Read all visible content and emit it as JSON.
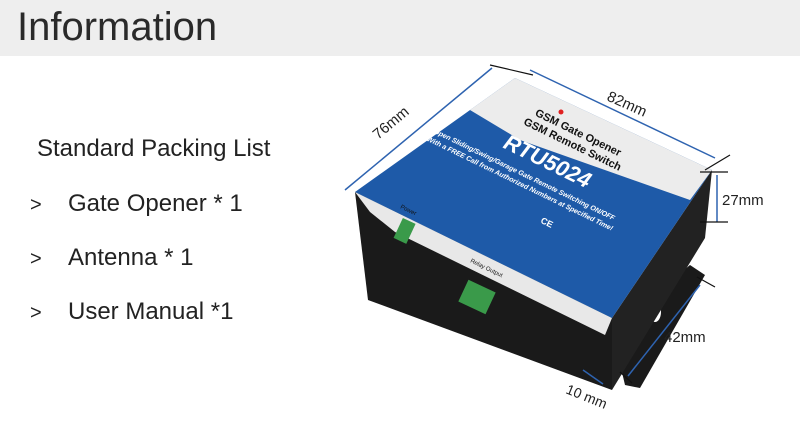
{
  "header": {
    "title": "Information"
  },
  "packing": {
    "title": "Standard Packing List",
    "bullet": ">",
    "items": [
      "Gate Opener * 1",
      "Antenna * 1",
      "User Manual *1"
    ]
  },
  "product": {
    "line1": "GSM Gate Opener",
    "line2": "GSM Remote Switch",
    "model": "RTU5024",
    "tag1": "Open Sliding/Swing/Garage Gate    Remote Switching ON/OFF",
    "tag2": "With a FREE Call from Authorized Numbers at Specified Time!",
    "relay": "Relay Output",
    "power": "Power",
    "ce": "CE",
    "dims": {
      "length": "82mm",
      "width": "76mm",
      "height": "27mm",
      "bracket": "42mm",
      "offset": "10 mm"
    },
    "colors": {
      "blue": "#1e5aa8",
      "dim": "#2e63b0",
      "body": "#1a1a1a",
      "terminal": "#3a9a4a"
    }
  }
}
